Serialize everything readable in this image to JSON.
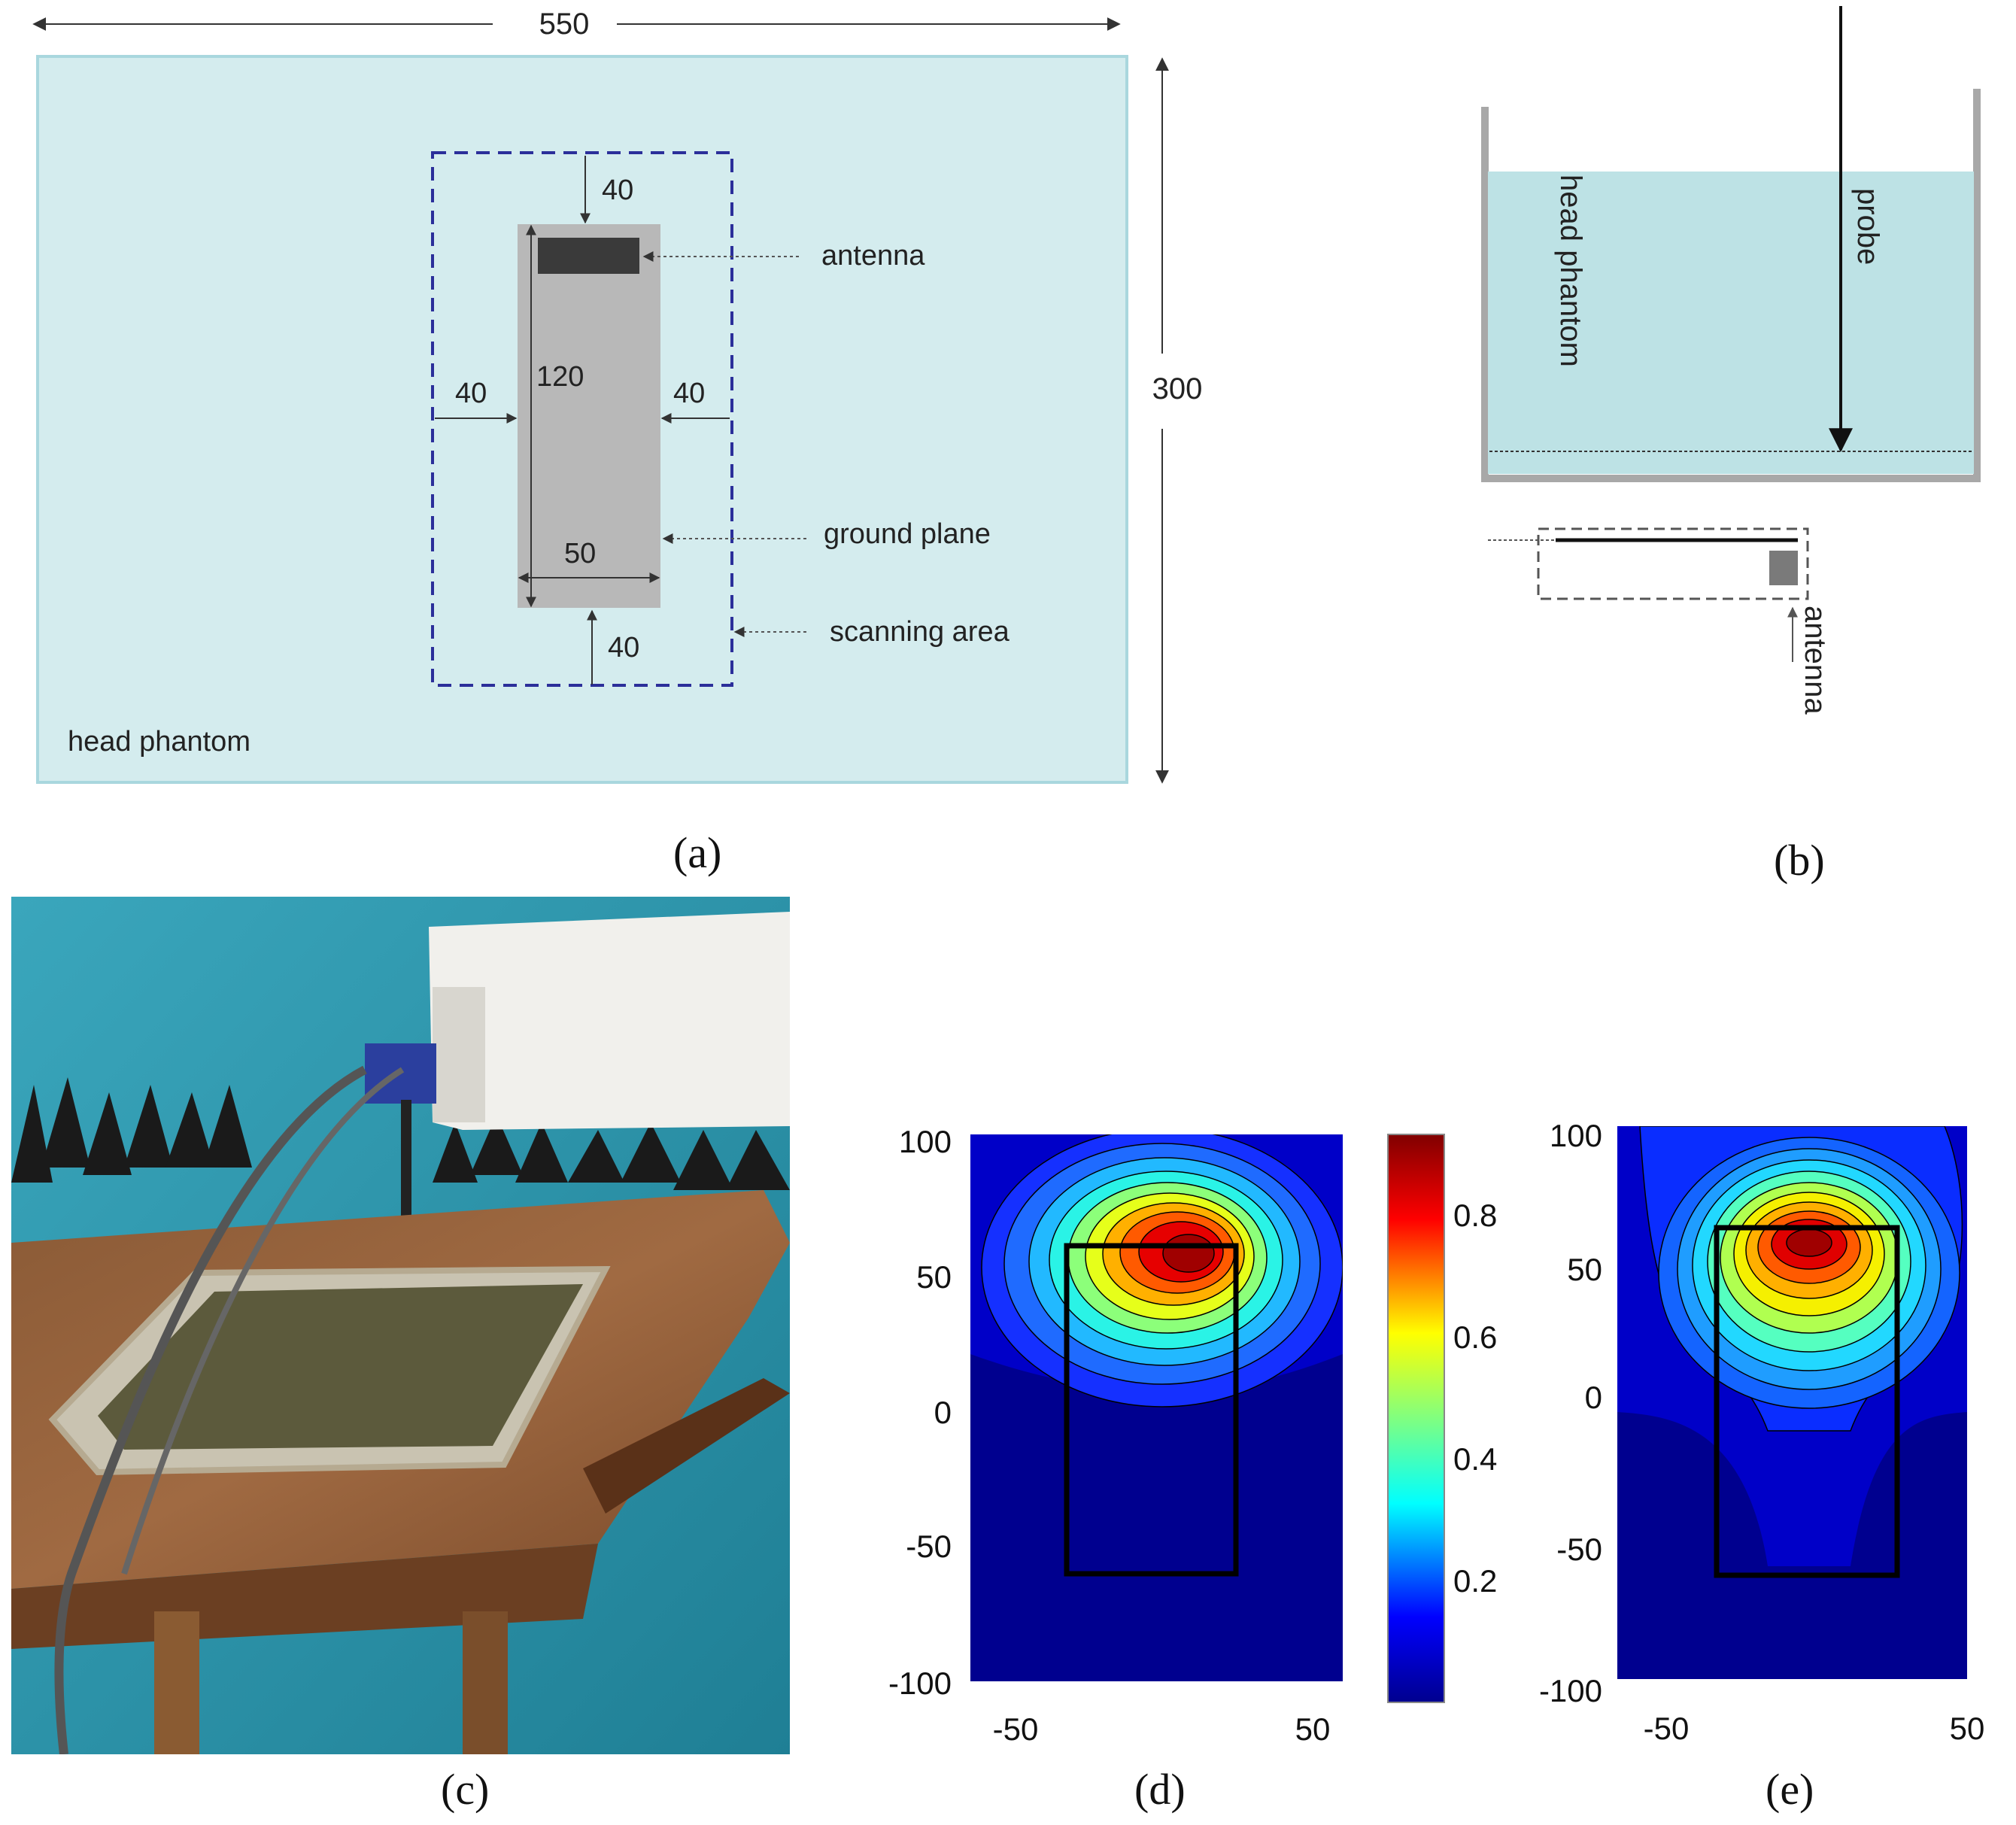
{
  "panel_a": {
    "width_label": "550",
    "height_label": "300",
    "top_margin": "40",
    "left_margin": "40",
    "right_margin": "40",
    "bottom_margin": "40",
    "length_label": "120",
    "width_ground_label": "50",
    "antenna_label": "antenna",
    "ground_plane_label": "ground plane",
    "scanning_area_label": "scanning area",
    "phantom_label": "head phantom",
    "caption": "(a)"
  },
  "panel_b": {
    "phantom_label": "head phantom",
    "probe_label": "probe",
    "antenna_label": "antenna",
    "caption": "(b)"
  },
  "panel_c": {
    "caption": "(c)"
  },
  "panel_d": {
    "caption": "(d)",
    "y_ticks": [
      "100",
      "50",
      "0",
      "-50",
      "-100"
    ],
    "x_ticks": [
      "-50",
      "50"
    ],
    "colorbar_ticks": [
      "0.8",
      "0.6",
      "0.4",
      "0.2"
    ]
  },
  "panel_e": {
    "caption": "(e)",
    "y_ticks": [
      "100",
      "50",
      "0",
      "-50",
      "-100"
    ],
    "x_ticks": [
      "-50",
      "50"
    ]
  },
  "colors": {
    "phantom": "#d4ecee",
    "phantom_border": "#a9d7de",
    "ground_plane": "#b8b8b8",
    "antenna": "#3a3a3a",
    "scan_box": "#2b2f9a",
    "map_background": "#00008f"
  }
}
